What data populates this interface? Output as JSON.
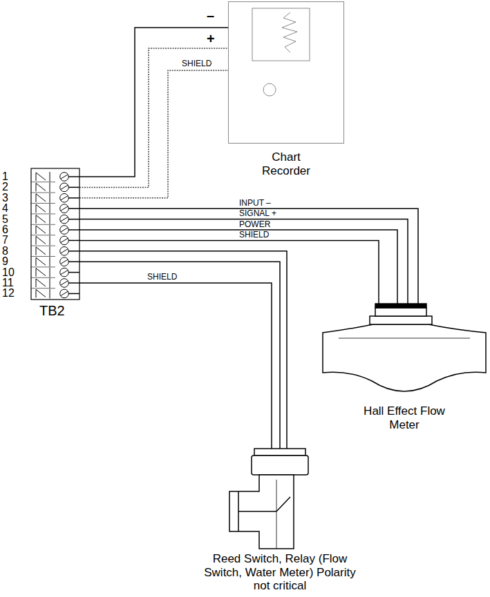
{
  "diagram": {
    "nodes": [
      {
        "text": [
          "TB2"
        ]
      },
      {
        "text": [
          "Chart Recorder"
        ]
      },
      {
        "text": [
          "Hall Effect Flow Meter"
        ]
      },
      {
        "text": [
          "Reed Switch, Relay (Flow Switch, Water Meter) Polarity not critical"
        ]
      }
    ],
    "edges": [
      {
        "from": 0,
        "to": 1,
        "arrow": "none",
        "label": "–"
      },
      {
        "from": 0,
        "to": 1,
        "arrow": "none",
        "label": "+"
      },
      {
        "from": 0,
        "to": 1,
        "arrow": "none",
        "label": "SHIELD"
      },
      {
        "from": 0,
        "to": 2,
        "arrow": "none",
        "label": "INPUT –"
      },
      {
        "from": 0,
        "to": 2,
        "arrow": "none",
        "label": "SIGNAL +"
      },
      {
        "from": 0,
        "to": 2,
        "arrow": "none",
        "label": "POWER"
      },
      {
        "from": 0,
        "to": 2,
        "arrow": "none",
        "label": "SHIELD"
      },
      {
        "from": 0,
        "to": 3,
        "arrow": "none"
      },
      {
        "from": 0,
        "to": 3,
        "arrow": "none"
      },
      {
        "from": 0,
        "to": 3,
        "arrow": "none",
        "label": "SHIELD"
      }
    ],
    "labels": [
      "1",
      "2",
      "3",
      "4",
      "5",
      "6",
      "7",
      "8",
      "9",
      "10",
      "11",
      "12"
    ]
  }
}
